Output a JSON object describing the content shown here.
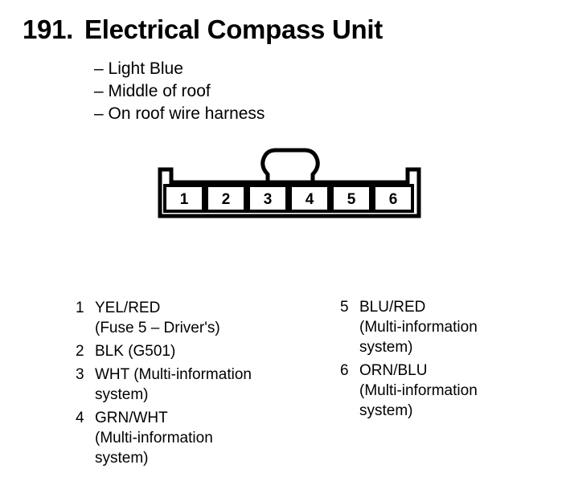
{
  "title": {
    "number": "191.",
    "text": "Electrical Compass Unit"
  },
  "notes": [
    "– Light Blue",
    "– Middle of roof",
    "– On roof wire harness"
  ],
  "connector": {
    "pins": [
      "1",
      "2",
      "3",
      "4",
      "5",
      "6"
    ]
  },
  "legend": {
    "left": [
      {
        "pin": "1",
        "lines": [
          "YEL/RED",
          "(Fuse 5 – Driver's)"
        ]
      },
      {
        "pin": "2",
        "lines": [
          "BLK (G501)"
        ]
      },
      {
        "pin": "3",
        "lines": [
          "WHT (Multi-information",
          "system)"
        ]
      },
      {
        "pin": "4",
        "lines": [
          "GRN/WHT",
          "(Multi-information",
          "system)"
        ]
      }
    ],
    "right": [
      {
        "pin": "5",
        "lines": [
          "BLU/RED",
          "(Multi-information",
          "system)"
        ]
      },
      {
        "pin": "6",
        "lines": [
          "ORN/BLU",
          "(Multi-information",
          "system)"
        ]
      }
    ]
  }
}
